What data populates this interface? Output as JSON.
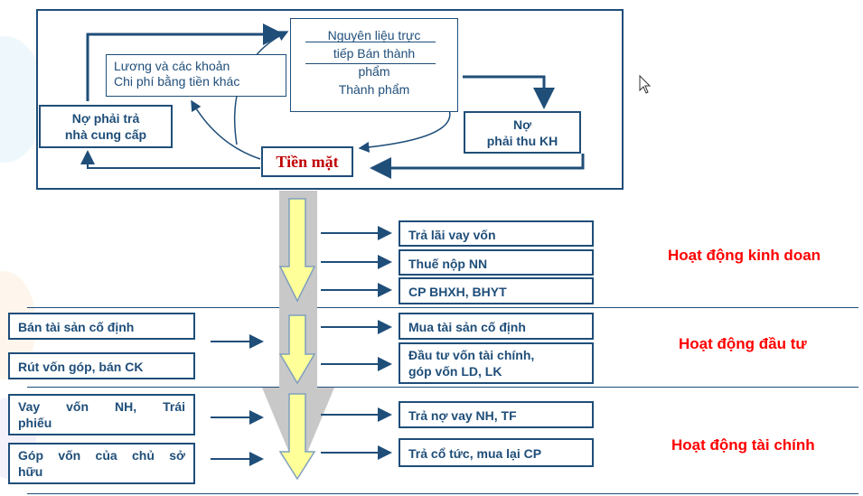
{
  "cycle": {
    "materials_lines": [
      "Nguyên liệu trực",
      "tiếp Bán thành",
      "phẩm",
      "Thành phẩm"
    ],
    "wages": [
      "Lương và các khoản",
      "Chi phí bằng tiền khác"
    ],
    "payables": [
      "Nợ  phải trả",
      "nhà cung cấp"
    ],
    "receivables": [
      "Nợ",
      "phải thu KH"
    ],
    "cash": "Tiền mặt"
  },
  "operating": {
    "label": "Hoạt động kinh doan",
    "outflows": [
      "Trả lãi vay vốn",
      "Thuế nộp NN",
      "CP BHXH, BHYT"
    ]
  },
  "investing": {
    "label": "Hoạt động đầu tư",
    "inflows": [
      "Bán tài sản cố định",
      "Rút vốn góp, bán CK"
    ],
    "outflows": [
      "Mua tài sản cố định",
      "Đầu tư vốn tài chính,",
      "góp vốn LD, LK"
    ]
  },
  "financing": {
    "label": "Hoạt động tài chính",
    "inflows": [
      "Vay  vốn  NH,  Trái",
      "phiếu",
      "Góp  vốn  của  chủ  sở",
      "hữu"
    ],
    "outflows": [
      "Trả nợ vay NH, TF",
      "Trả cổ tức, mua lại CP"
    ]
  },
  "colors": {
    "navy": "#1f4e79",
    "red": "#ff0000",
    "arrow_fill": "#ffff99",
    "arrow_stroke": "#7f9fbf"
  }
}
